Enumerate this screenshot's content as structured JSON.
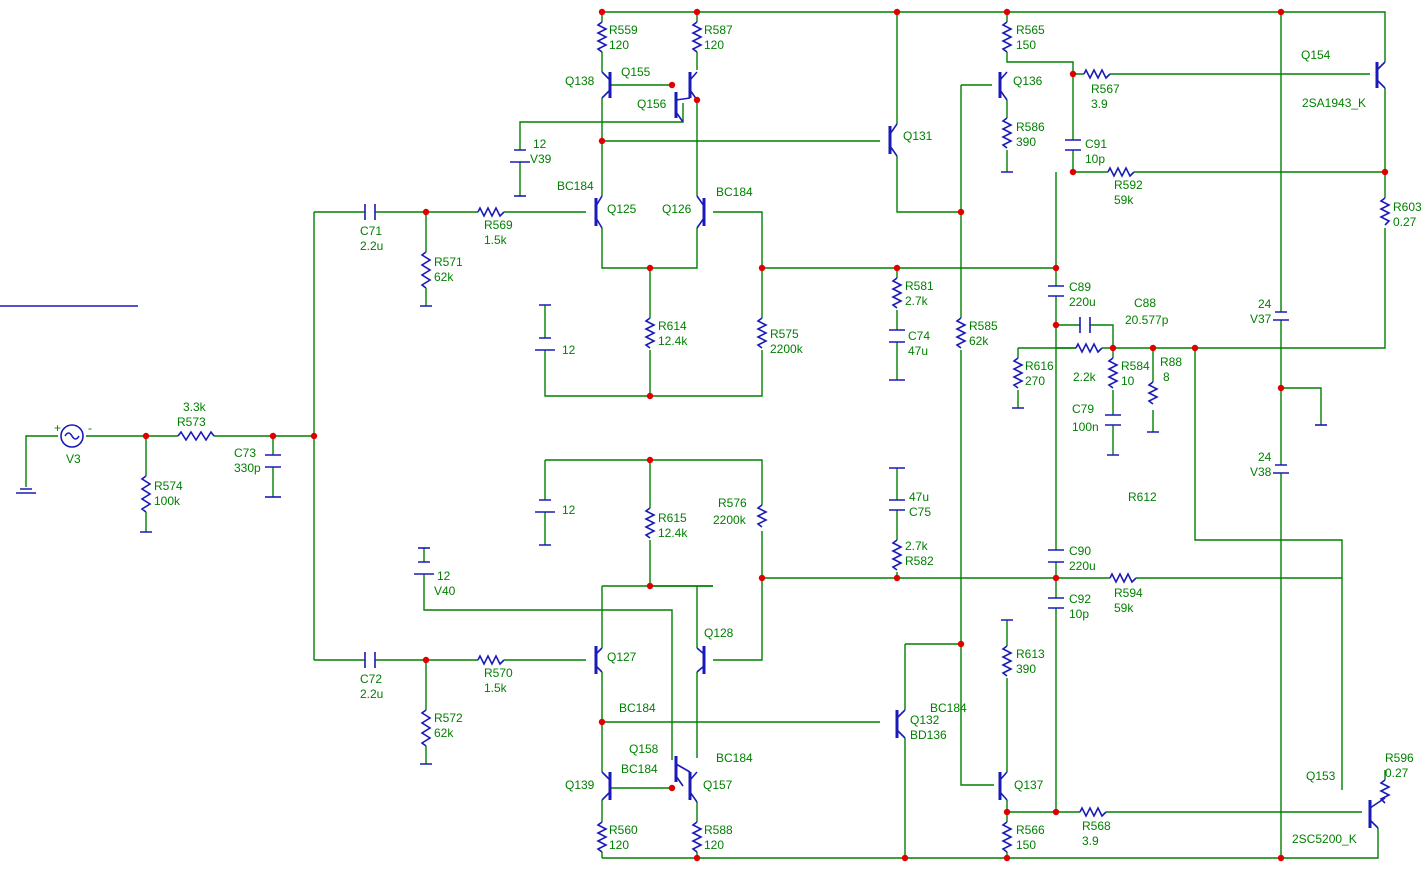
{
  "labels": {
    "V3": "V3",
    "R573_val": "3.3k",
    "R573": "R573",
    "R574": "R574",
    "R574_val": "100k",
    "C73": "C73",
    "C73_val": "330p",
    "C71": "C71",
    "C71_val": "2.2u",
    "R571": "R571",
    "R571_val": "62k",
    "R569": "R569",
    "R569_val": "1.5k",
    "C72": "C72",
    "C72_val": "2.2u",
    "R572": "R572",
    "R572_val": "62k",
    "R570": "R570",
    "R570_val": "1.5k",
    "R559": "R559",
    "R559_val": "120",
    "R587": "R587",
    "R587_val": "120",
    "Q138": "Q138",
    "Q155": "Q155",
    "Q156": "Q156",
    "V39_val": "12",
    "V39": "V39",
    "BC184_a": "BC184",
    "Q125": "Q125",
    "Q126": "Q126",
    "BC184_b": "BC184",
    "R614": "R614",
    "R614_val": "12.4k",
    "R575": "R575",
    "R575_val": "2200k",
    "V_top_val": "12",
    "Q131": "Q131",
    "R565": "R565",
    "R565_val": "150",
    "Q136": "Q136",
    "R586": "R586",
    "R586_val": "390",
    "R567": "R567",
    "R567_val": "3.9",
    "C91": "C91",
    "C91_val": "10p",
    "R592": "R592",
    "R592_val": "59k",
    "Q154": "Q154",
    "Q154_part": "2SA1943_K",
    "R603": "R603",
    "R603_val": "0.27",
    "R581": "R581",
    "R581_val": "2.7k",
    "C74": "C74",
    "C74_val": "47u",
    "R585": "R585",
    "R585_val": "62k",
    "C89": "C89",
    "C89_val": "220u",
    "C88": "C88",
    "C88_val": "20.577p",
    "V37_val": "24",
    "V37": "V37",
    "R616": "R616",
    "R616_val": "270",
    "R584_val_a": "2.2k",
    "R584": "R584",
    "R584_val": "10",
    "R88": "R88",
    "R88_val": "8",
    "C79": "C79",
    "C79_val": "100n",
    "V38_val": "24",
    "V38": "V38",
    "R612": "R612",
    "V_bot_val": "12",
    "R615": "R615",
    "R615_val": "12.4k",
    "R576": "R576",
    "R576_val": "2200k",
    "C75_val": "47u",
    "C75": "C75",
    "R582_val": "2.7k",
    "R582": "R582",
    "C90": "C90",
    "C90_val": "220u",
    "R594": "R594",
    "R594_val": "59k",
    "C92": "C92",
    "C92_val": "10p",
    "V40_val": "12",
    "V40": "V40",
    "Q128": "Q128",
    "Q127": "Q127",
    "BC184_c": "BC184",
    "BC184_d": "BC184",
    "Q132": "Q132",
    "Q132_part": "BD136",
    "R613": "R613",
    "R613_val": "390",
    "Q158": "Q158",
    "BC184_e": "BC184",
    "BC184_f": "BC184",
    "Q139": "Q139",
    "Q157": "Q157",
    "R560": "R560",
    "R560_val": "120",
    "R588": "R588",
    "R588_val": "120",
    "Q137": "Q137",
    "R566": "R566",
    "R566_val": "150",
    "R568": "R568",
    "R568_val": "3.9",
    "R596": "R596",
    "R596_val": "0.27",
    "Q153": "Q153",
    "Q153_part": "2SC5200_K"
  },
  "colors": {
    "wire": "#008000",
    "component": "#1a1ab8",
    "junction": "#e00000",
    "label": "#008000"
  }
}
